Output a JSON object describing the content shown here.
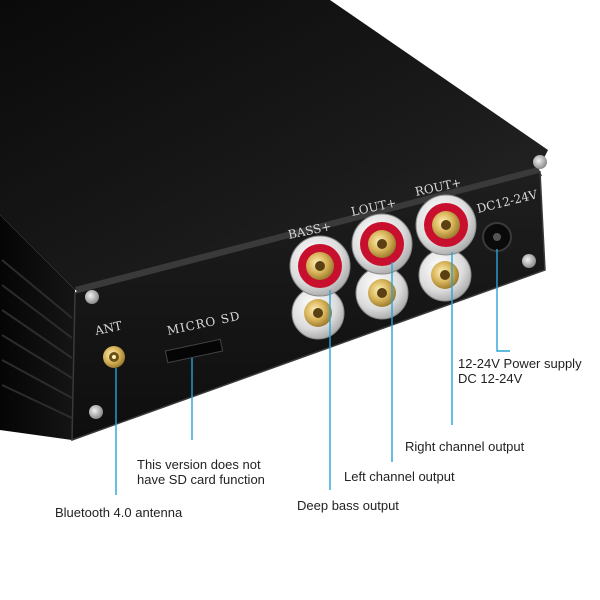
{
  "labels": {
    "ant": "ANT",
    "micro_sd": "MICRO SD",
    "bass_plus": "BASS+",
    "lout_plus": "LOUT+",
    "rout_plus": "ROUT+",
    "dc_in": "DC12-24V"
  },
  "callouts": {
    "power": [
      "12-24V Power supply",
      "DC 12-24V"
    ],
    "right": "Right channel output",
    "left": "Left channel output",
    "sd": [
      "This version does not",
      "have SD card function"
    ],
    "bass": "Deep bass output",
    "bluetooth": "Bluetooth 4.0 antenna"
  },
  "colors": {
    "leader": "#2aa3d6",
    "case": "#141414",
    "terminal_red": "#c8102e",
    "gold": "#c9a34a"
  }
}
